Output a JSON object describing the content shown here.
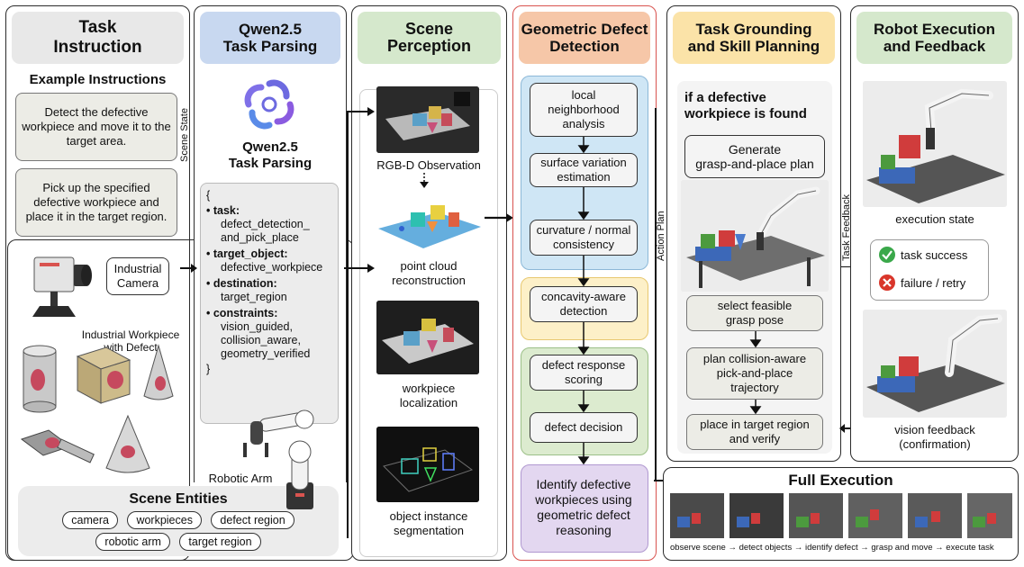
{
  "panels": {
    "task_instruction": {
      "title": "Task\nInstruction",
      "subtitle": "Example Instructions",
      "instructions": [
        "Detect the defective workpiece and move it to the target area.",
        "Pick up the specified defective workpiece and place it in the target region."
      ],
      "camera_label": "Industrial\nCamera",
      "workpiece_label": "Industrial Workpiece\nwith Defect",
      "entities_title": "Scene Entities",
      "entities": [
        "camera",
        "workpieces",
        "defect region",
        "robotic arm",
        "target region"
      ]
    },
    "task_parsing": {
      "title": "Qwen2.5\nTask Parsing",
      "logo_caption": "Qwen2.5\nTask Parsing",
      "code": {
        "open": "{",
        "close": "}",
        "items": [
          {
            "key": "task:",
            "value": "defect_detection_\nand_pick_place"
          },
          {
            "key": "target_object:",
            "value": "defective_workpiece"
          },
          {
            "key": "destination:",
            "value": "target_region"
          },
          {
            "key": "constraints:",
            "value": "vision_guided,\ncollision_aware,\ngeometry_verified"
          }
        ]
      },
      "arm_label": "Robotic Arm"
    },
    "scene_perception": {
      "title": "Scene\nPerception",
      "steps": [
        "RGB-D Observation",
        "point cloud\nreconstruction",
        "workpiece\nlocalization",
        "object instance\nsegmentation"
      ]
    },
    "defect_detection": {
      "title": "Geometric Defect\nDetection",
      "blue_steps": [
        "local\nneighborhood\nanalysis",
        "surface variation\nestimation",
        "curvature / normal\nconsistency"
      ],
      "yellow_step": "concavity-aware\ndetection",
      "green_steps": [
        "defect response\nscoring",
        "defect decision"
      ],
      "purple_step": "Identify defective\nworkpieces using\ngeometric defect\nreasoning"
    },
    "grounding": {
      "title": "Task Grounding\nand Skill Planning",
      "condition": "if a defective\nworkpiece is found",
      "generate": "Generate\ngrasp-and-place plan",
      "steps": [
        "select feasible\ngrasp pose",
        "plan collision-aware\npick-and-place\ntrajectory",
        "place in target region\nand verify"
      ]
    },
    "execution": {
      "title": "Robot Execution\nand Feedback",
      "state_label": "execution state",
      "success": "task success",
      "failure": "failure / retry",
      "feedback_label": "vision feedback\n(confirmation)"
    },
    "full_execution": {
      "title": "Full Execution",
      "steps": [
        "observe scene",
        "detect objects",
        "identify defect",
        "grasp and move",
        "execute task"
      ]
    }
  },
  "side_labels": {
    "scene_state": "Scene State",
    "action_plan": "Action Plan",
    "task_feedback": "Task Feedback"
  },
  "colors": {
    "gray_header": "#e8e8e8",
    "blue_header": "#c8d8f0",
    "green_header": "#d5e8cc",
    "orange_header": "#f6c7a8",
    "yellow_header": "#fbe3a8",
    "defect_border": "#d9534f",
    "blue_region": "#cfe6f5",
    "yellow_region": "#fdf0c8",
    "green_region": "#dcebcf",
    "purple_region": "#e3d7f0",
    "success": "#3aa84a",
    "failure": "#d9362b"
  },
  "icons": [
    "qwen-logo-icon",
    "camera-icon",
    "robot-arm-icon",
    "check-icon",
    "cross-icon",
    "arrow-right-icon"
  ]
}
